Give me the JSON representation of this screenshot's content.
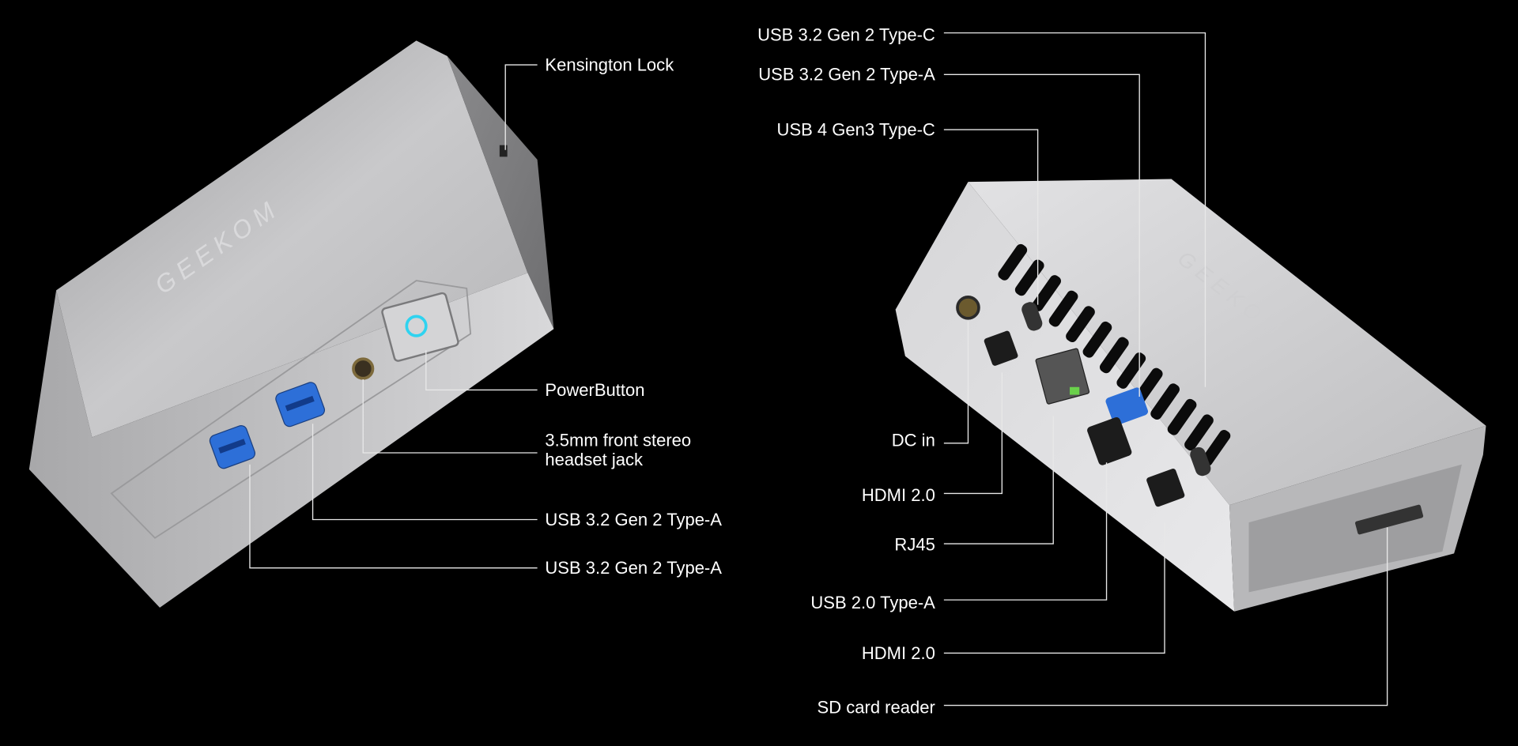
{
  "brand": "GEEKOM",
  "front_view": {
    "labels": {
      "kensington_lock": "Kensington Lock",
      "power_button": "PowerButton",
      "headset_jack_line1": "3.5mm front stereo",
      "headset_jack_line2": "headset jack",
      "usb_a_1": "USB 3.2 Gen 2 Type-A",
      "usb_a_2": "USB 3.2 Gen 2 Type-A"
    }
  },
  "rear_view": {
    "labels": {
      "usb_c_gen2": "USB 3.2 Gen 2 Type-C",
      "usb_a_gen2": "USB 3.2 Gen 2 Type-A",
      "usb4": "USB 4 Gen3 Type-C",
      "dc_in": "DC in",
      "hdmi_1": "HDMI 2.0",
      "rj45": "RJ45",
      "usb2": "USB 2.0 Type-A",
      "hdmi_2": "HDMI 2.0",
      "sd_card": "SD card reader"
    }
  },
  "colors": {
    "background": "#000000",
    "chassis": "#c4c4c6",
    "usb3_blue": "#2d6fd8",
    "power_led": "#2fd3f0"
  }
}
